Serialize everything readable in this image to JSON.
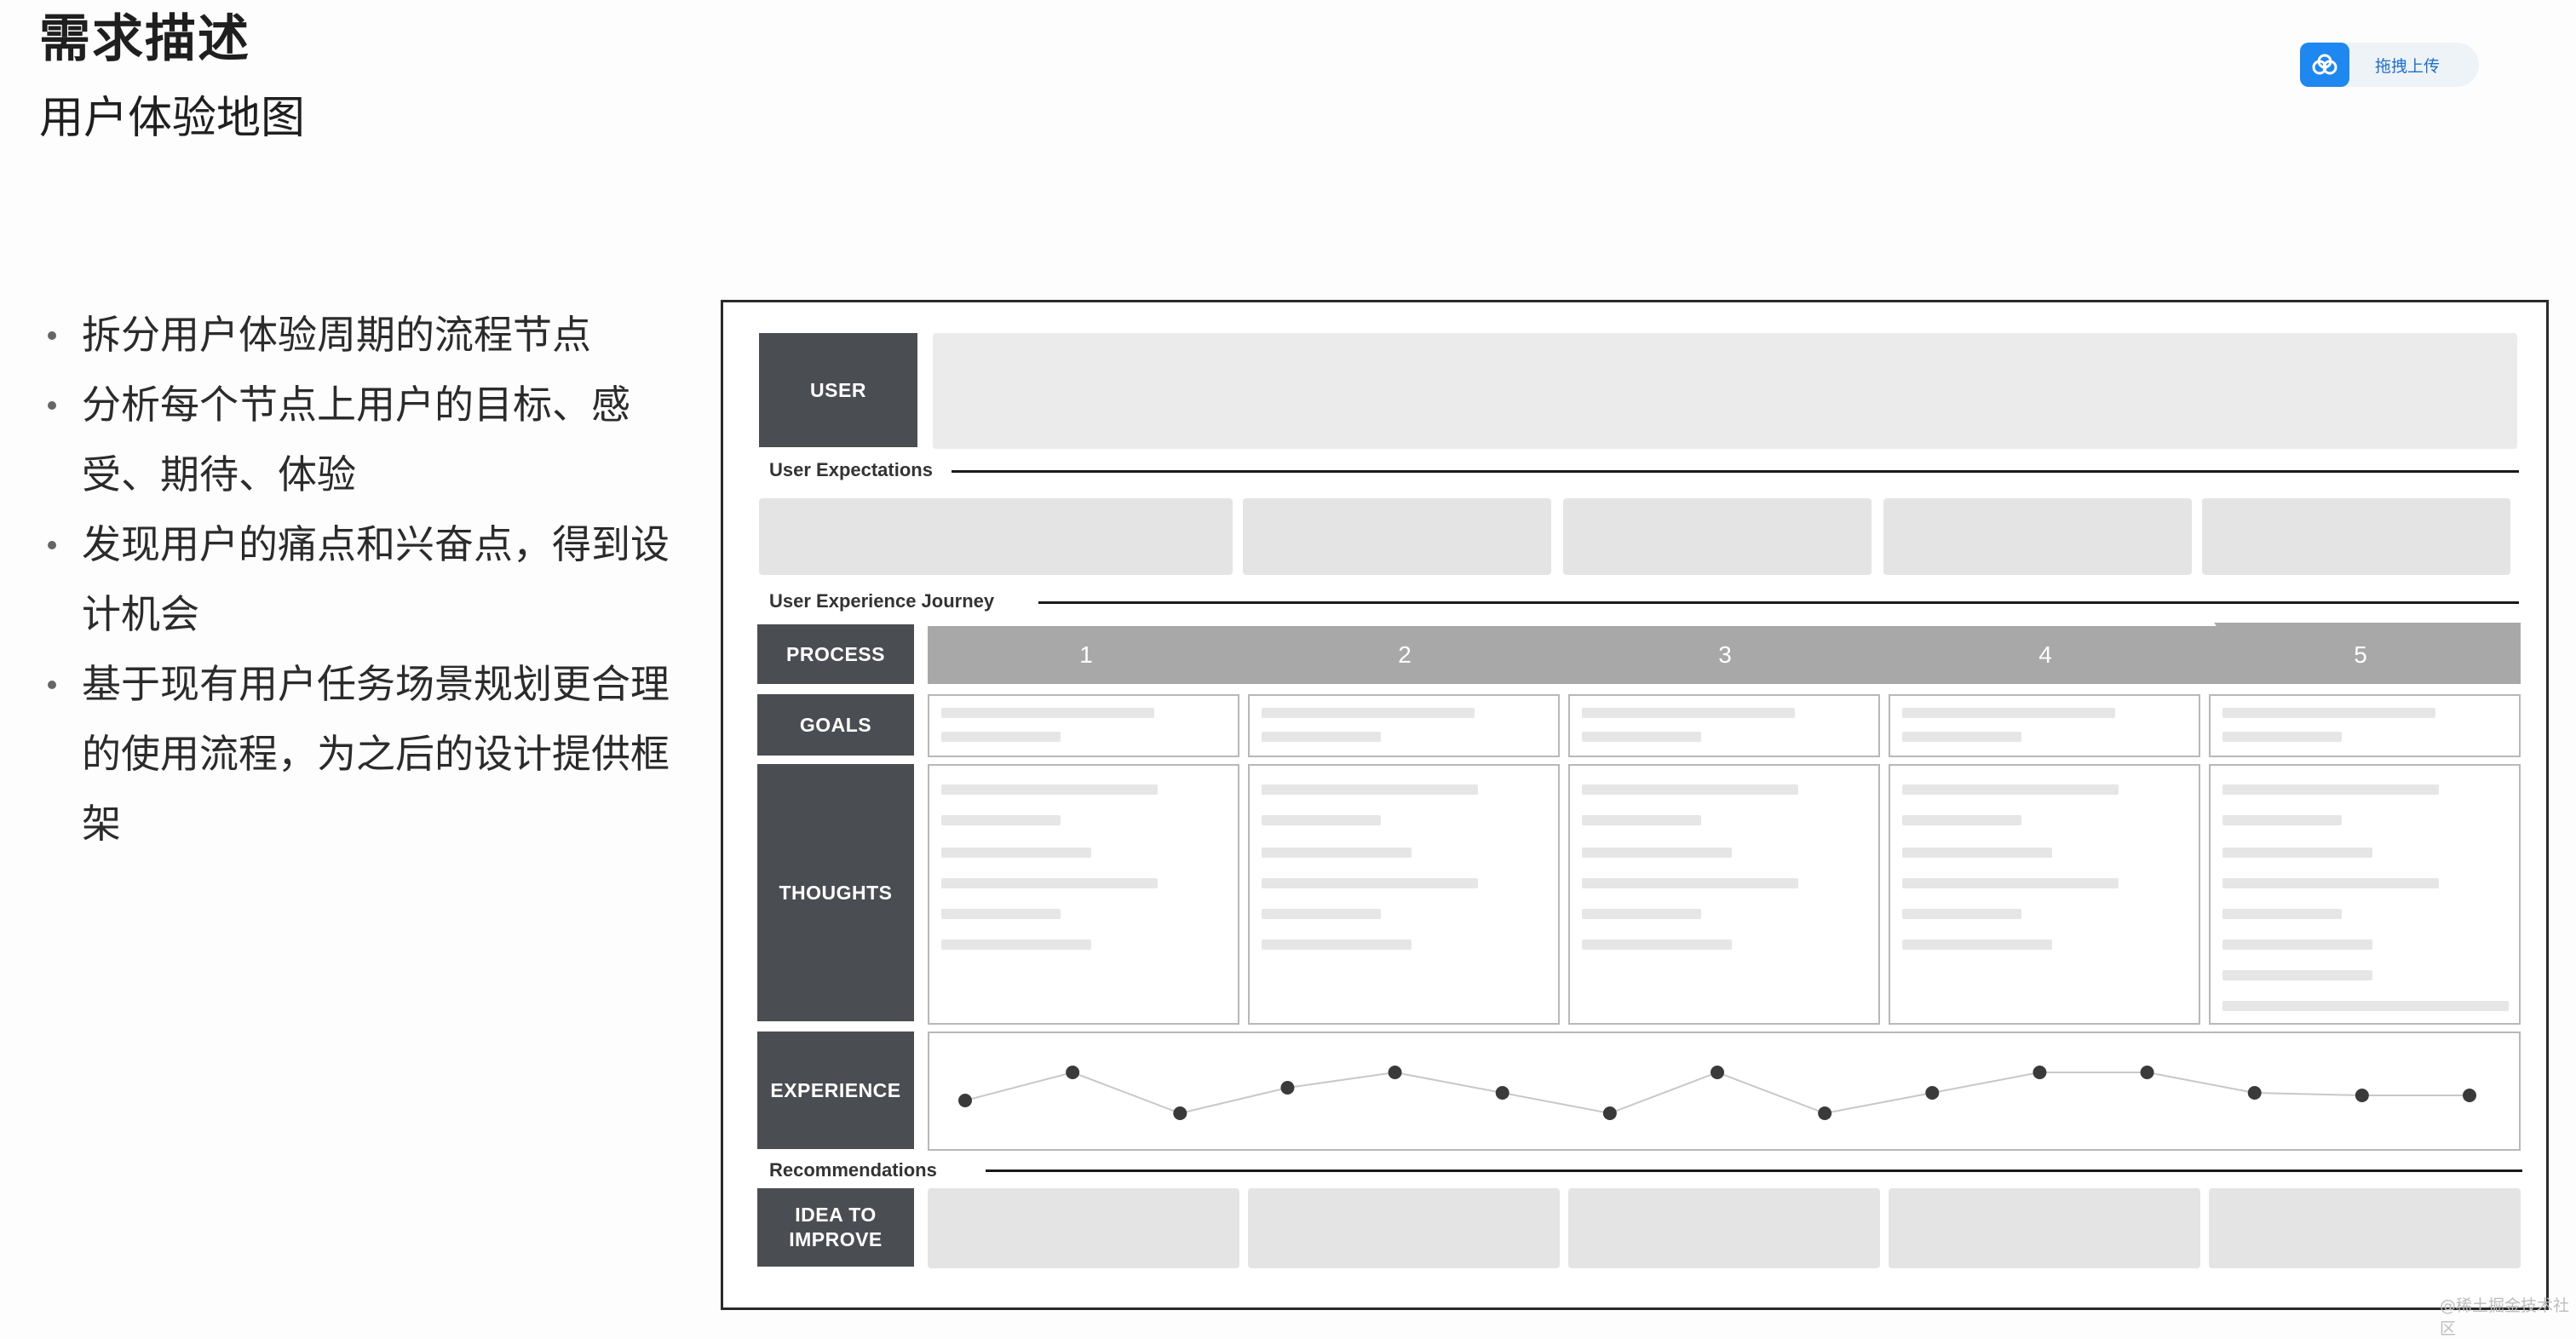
{
  "header": {
    "title": "需求描述",
    "subtitle": "用户体验地图"
  },
  "upload": {
    "label": "拖拽上传",
    "icon": "cloud-icon",
    "icon_color": "#1e88f0"
  },
  "bullets": [
    "拆分用户体验周期的流程节点",
    "分析每个节点上用户的目标、感受、期待、体验",
    "发现用户的痛点和兴奋点，得到设计机会",
    "基于现有用户任务场景规划更合理的使用流程，为之后的设计提供框架"
  ],
  "journey_map": {
    "user_label": "USER",
    "user_expectations_label": "User Expectations",
    "user_experience_journey_label": "User Experience Journey",
    "process_label": "PROCESS",
    "steps": [
      "1",
      "2",
      "3",
      "4",
      "5"
    ],
    "goals_label": "GOALS",
    "thoughts_label": "THOUGHTS",
    "experience_label": "EXPERIENCE",
    "recommendations_label": "Recommendations",
    "idea_label": "IDEA TO IMPROVE",
    "experience_points": [
      0.25,
      0.8,
      0.0,
      0.5,
      0.8,
      0.4,
      0.0,
      0.8,
      0.0,
      0.4,
      0.8,
      0.8,
      0.4,
      0.35,
      0.35
    ],
    "colors": {
      "label_bg": "#4a4d52",
      "arrow_fill": "#a8a8a8",
      "placeholder": "#e4e4e4"
    }
  },
  "watermark": "@稀土掘金技术社区"
}
